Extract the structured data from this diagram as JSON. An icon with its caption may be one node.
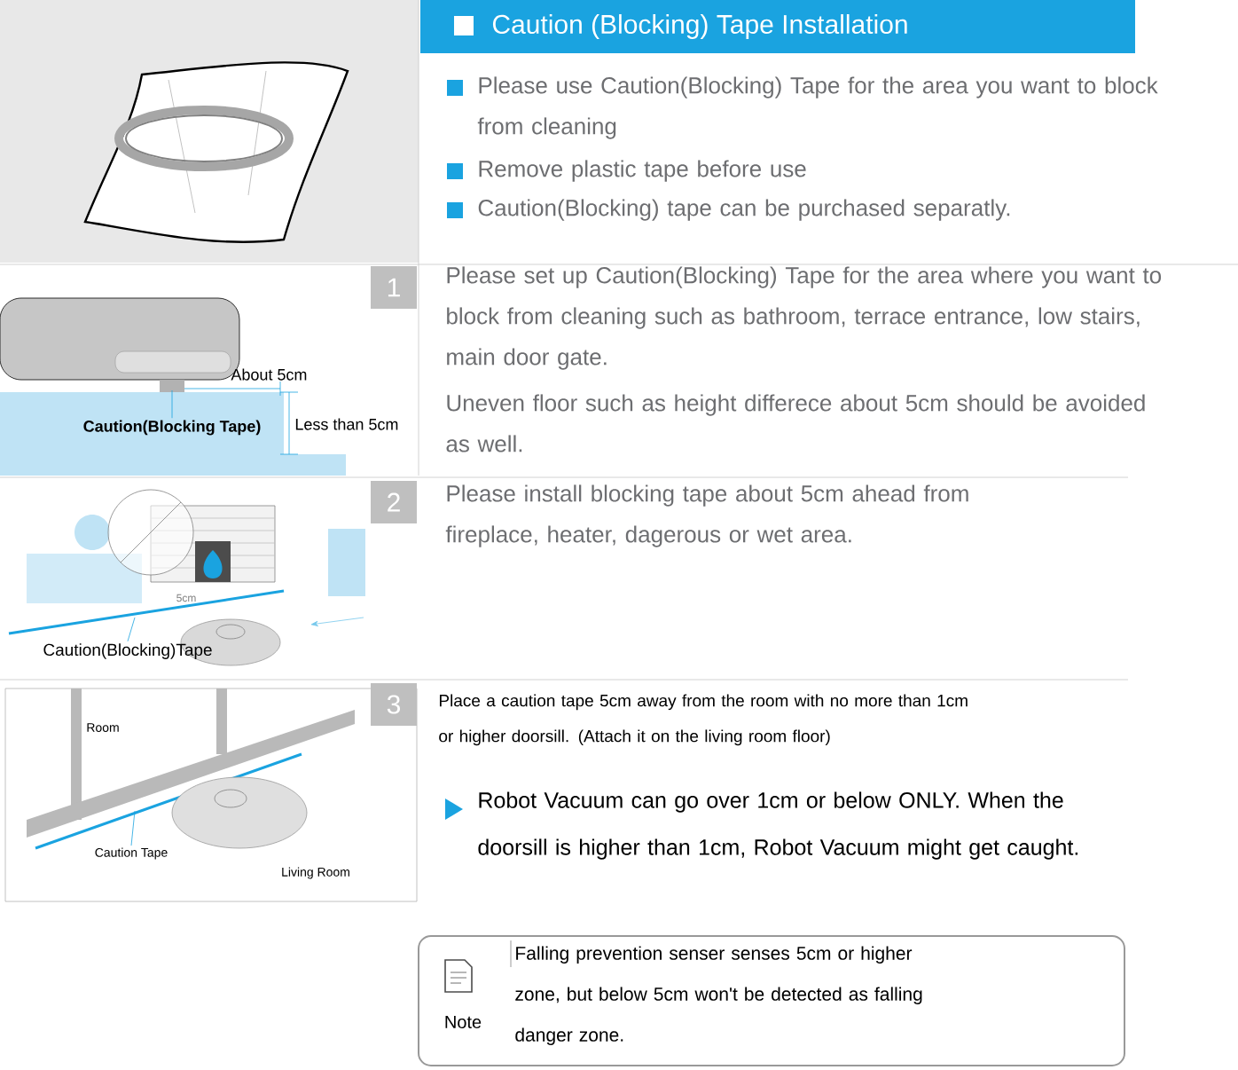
{
  "diagram": {
    "title": "Caution (Blocking) Tape Installation",
    "nodes": [
      {
        "text": [
          "1"
        ]
      },
      {
        "text": [
          "2"
        ]
      },
      {
        "text": [
          "3"
        ]
      },
      {
        "text": [
          "Note",
          "Falling prevention senser senses 5cm or higher zone, but below 5cm won't be detected as falling danger zone."
        ]
      },
      {
        "text": [
          "Caution(Blocking Tape)"
        ]
      },
      {
        "text": [
          "Caution(Blocking)Tape"
        ]
      },
      {
        "text": [
          "Caution Tape"
        ]
      }
    ],
    "edges": [
      {
        "from": 4,
        "to": null,
        "arrow": "none"
      },
      {
        "from": 5,
        "to": null,
        "arrow": "none"
      },
      {
        "from": 6,
        "to": null,
        "arrow": "none"
      }
    ],
    "labels": [
      "Please use Caution(Blocking) Tape for the area you want to block from cleaning",
      "Remove plastic tape before use",
      "Caution(Blocking) tape can be purchased separatly.",
      "About 5cm",
      "Less than 5cm",
      "Please set up Caution(Blocking) Tape for the area where you want to block from cleaning such as bathroom, terrace entrance, low stairs, main door gate.",
      "Uneven floor such as height differece about 5cm should be avoided as well.",
      "5cm",
      "Please install blocking tape about 5cm ahead from fireplace, heater, dagerous or wet area.",
      "Room",
      "Place a caution tape 5cm away from the room with no more than 1cm or higher doorsill. (Attach it on the living room floor)",
      "Living Room",
      "Robot Vacuum can go over 1cm or below ONLY. When the doorsill is higher than 1cm, Robot Vacuum might get caught."
    ]
  }
}
